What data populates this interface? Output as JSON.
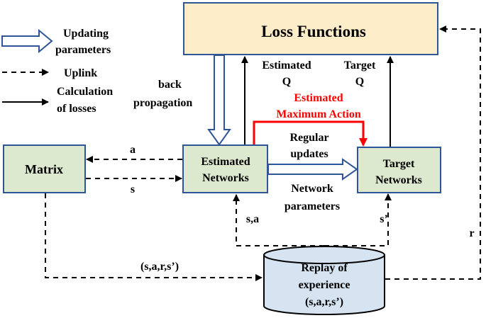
{
  "colors": {
    "box_fill": "#dde9cf",
    "box_stroke": "#2f5597",
    "loss_fill": "#fdedc8",
    "cylinder_fill": "#d6e4f2",
    "arrow_hollow": "#2f5597",
    "highlight": "#ff0000",
    "line": "#000000"
  },
  "legend": {
    "updating_line1": "Updating",
    "updating_line2": "parameters",
    "uplink": "Uplink",
    "calc_line1": "Calculation",
    "calc_line2": "of losses"
  },
  "nodes": {
    "loss_functions": "Loss Functions",
    "matrix": "Matrix",
    "estimated_line1": "Estimated",
    "estimated_line2": "Networks",
    "target_line1": "Target",
    "target_line2": "Networks",
    "replay_line1": "Replay of",
    "replay_line2": "experience",
    "replay_line3": "(s,a,r,s’)"
  },
  "labels": {
    "back_line1": "back",
    "back_line2": "propagation",
    "estimated_q_line1": "Estimated",
    "estimated_q_line2": "Q",
    "target_q_line1": "Target",
    "target_q_line2": "Q",
    "max_action_line1": "Estimated",
    "max_action_line2": "Maximum Action",
    "regular_line1": "Regular",
    "regular_line2": "updates",
    "network_line1": "Network",
    "network_line2": "parameters",
    "a": "a",
    "s": "s",
    "sa": "s,a",
    "s_prime": "s’",
    "r": "r",
    "sars": "(s,a,r,s’)"
  }
}
